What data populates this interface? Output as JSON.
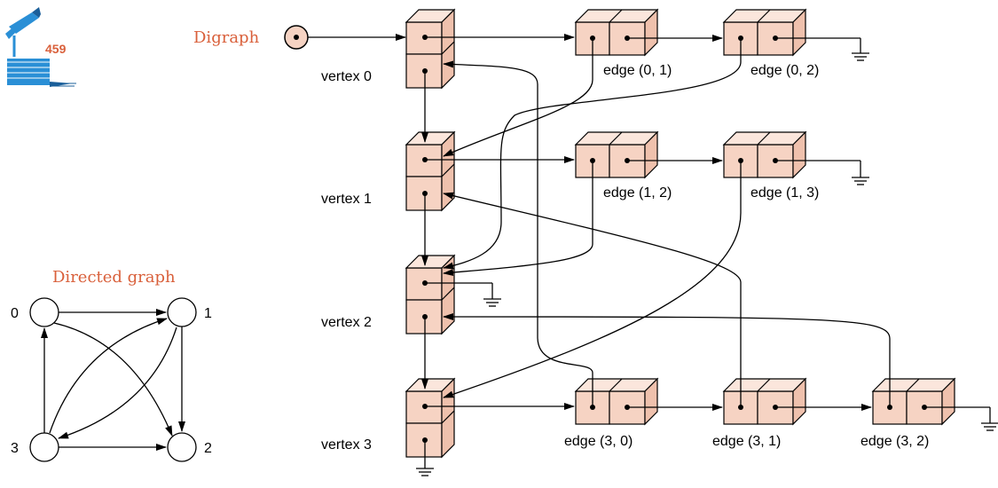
{
  "page_number": "459",
  "digraph_label": "Digraph",
  "small_graph": {
    "title": "Directed graph",
    "nodes": [
      "0",
      "1",
      "2",
      "3"
    ]
  },
  "vertices": [
    {
      "label": "vertex 0"
    },
    {
      "label": "vertex 1"
    },
    {
      "label": "vertex 2"
    },
    {
      "label": "vertex 3"
    }
  ],
  "edges": [
    {
      "label": "edge (0, 1)"
    },
    {
      "label": "edge (0, 2)"
    },
    {
      "label": "edge (1, 2)"
    },
    {
      "label": "edge (1, 3)"
    },
    {
      "label": "edge (3, 0)"
    },
    {
      "label": "edge (3, 1)"
    },
    {
      "label": "edge (3, 2)"
    }
  ],
  "colors": {
    "accent": "#d9603b",
    "cell_fill": "#f6d3c3",
    "cell_top": "#fbe6dc",
    "cell_side": "#efc1ad",
    "icon_blue": "#2a8fd6",
    "icon_dark": "#1b5f9a"
  }
}
